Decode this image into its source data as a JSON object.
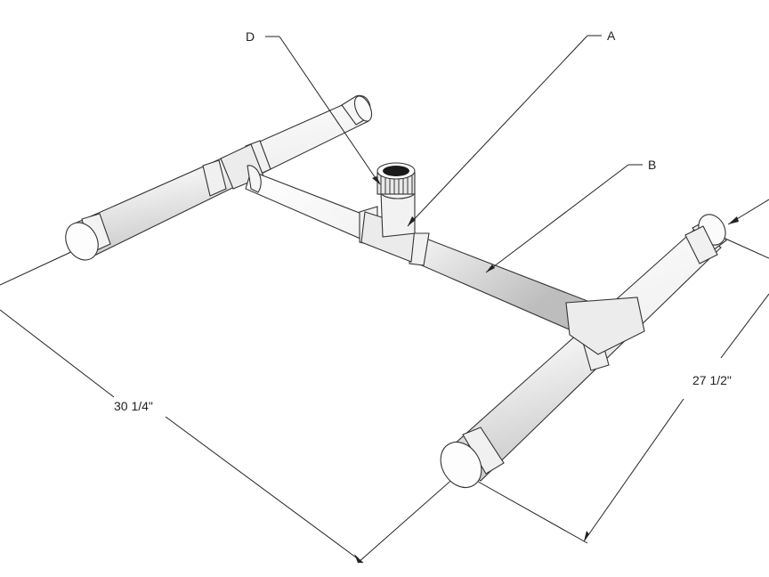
{
  "diagram": {
    "callouts": {
      "A": "A",
      "B": "B",
      "D": "D"
    },
    "dimensions": {
      "width": "30 1/4\"",
      "depth": "27 1/2\""
    },
    "colors": {
      "pipe": "#f4f4f4",
      "pipe_shadow": "#c9c9c9",
      "line": "#222222",
      "cap_dark": "#1a1a1a"
    }
  }
}
